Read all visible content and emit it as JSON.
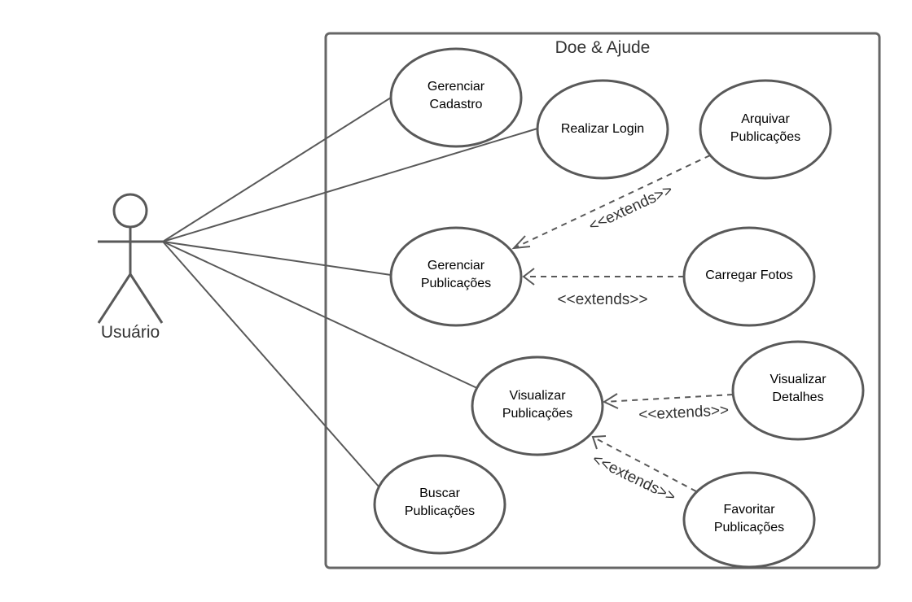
{
  "system": {
    "title": "Doe & Ajude"
  },
  "actor": {
    "label": "Usuário"
  },
  "use_cases": {
    "gerenciar_cadastro": [
      "Gerenciar",
      "Cadastro"
    ],
    "realizar_login": [
      "Realizar Login"
    ],
    "arquivar_publicacoes": [
      "Arquivar",
      "Publicações"
    ],
    "gerenciar_publicacoes": [
      "Gerenciar",
      "Publicações"
    ],
    "carregar_fotos": [
      "Carregar Fotos"
    ],
    "visualizar_publicacoes": [
      "Visualizar",
      "Publicações"
    ],
    "visualizar_detalhes": [
      "Visualizar",
      "Detalhes"
    ],
    "buscar_publicacoes": [
      "Buscar",
      "Publicações"
    ],
    "favoritar_publicacoes": [
      "Favoritar",
      "Publicações"
    ]
  },
  "relations": {
    "extends_label": "<<extends>>"
  },
  "colors": {
    "line": "#595959",
    "text": "#333333",
    "background": "#ffffff"
  }
}
